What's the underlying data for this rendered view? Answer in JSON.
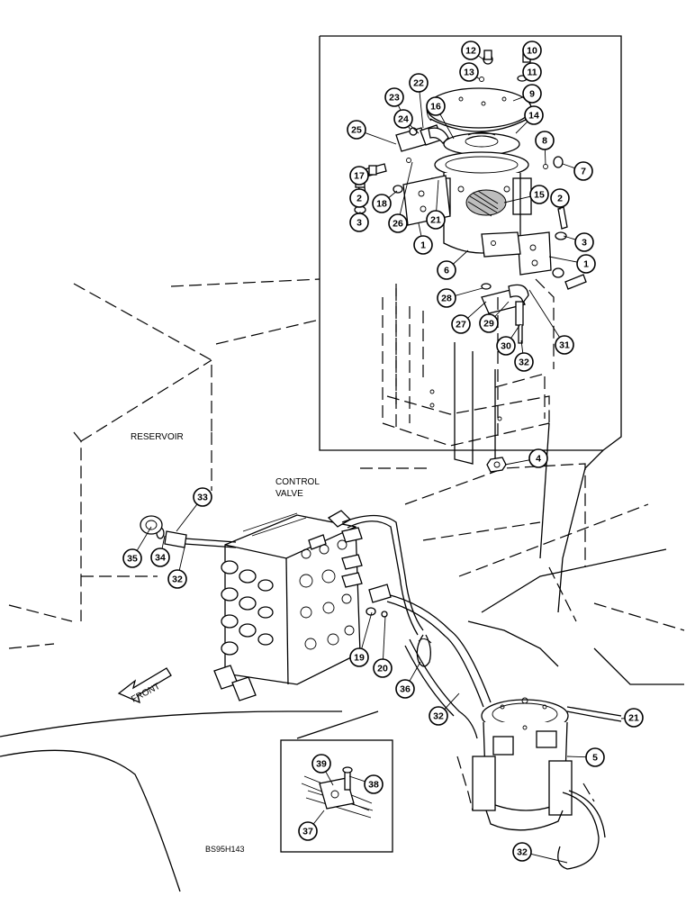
{
  "labels": {
    "reservoir": "RESERVOIR",
    "control_valve_line1": "CONTROL",
    "control_valve_line2": "VALVE",
    "front": "FRONT",
    "figure_code": "BS95H143"
  },
  "callouts": [
    "12",
    "10",
    "13",
    "11",
    "22",
    "9",
    "23",
    "16",
    "14",
    "24",
    "25",
    "8",
    "7",
    "17",
    "18",
    "15",
    "2",
    "26",
    "21",
    "3",
    "1",
    "6",
    "28",
    "27",
    "29",
    "30",
    "31",
    "32",
    "4",
    "33",
    "35",
    "34",
    "19",
    "20",
    "36",
    "39",
    "38",
    "37",
    "5"
  ]
}
